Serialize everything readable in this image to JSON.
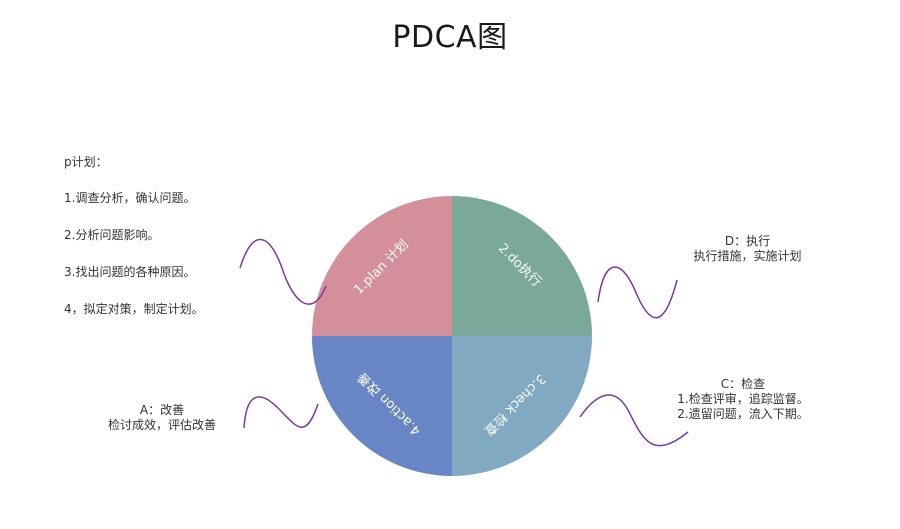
{
  "title": "PDCA图",
  "colors": {
    "plan": "#d4909a",
    "do": "#7aa89b",
    "check": "#82a9c2",
    "action": "#6886c5",
    "wave": "#7a3aa2"
  },
  "quadrants": {
    "plan": "1.plan 计划",
    "do": "2.do执行",
    "check": "3.check 检查",
    "action": "4.action 改善"
  },
  "plan_notes": {
    "heading": "p计划：",
    "items": [
      "1.调查分析，确认问题。",
      "2.分析问题影响。",
      "3.找出问题的各种原因。",
      "4，拟定对策，制定计划。"
    ]
  },
  "do_notes": {
    "heading": "D：执行",
    "lines": [
      "执行措施，实施计划"
    ]
  },
  "check_notes": {
    "heading": "C：检查",
    "lines": [
      "1.检查评审，追踪监督。",
      "2.遗留问题，流入下期。"
    ]
  },
  "action_notes": {
    "heading": "A：改善",
    "lines": [
      "检讨成效，评估改善"
    ]
  }
}
